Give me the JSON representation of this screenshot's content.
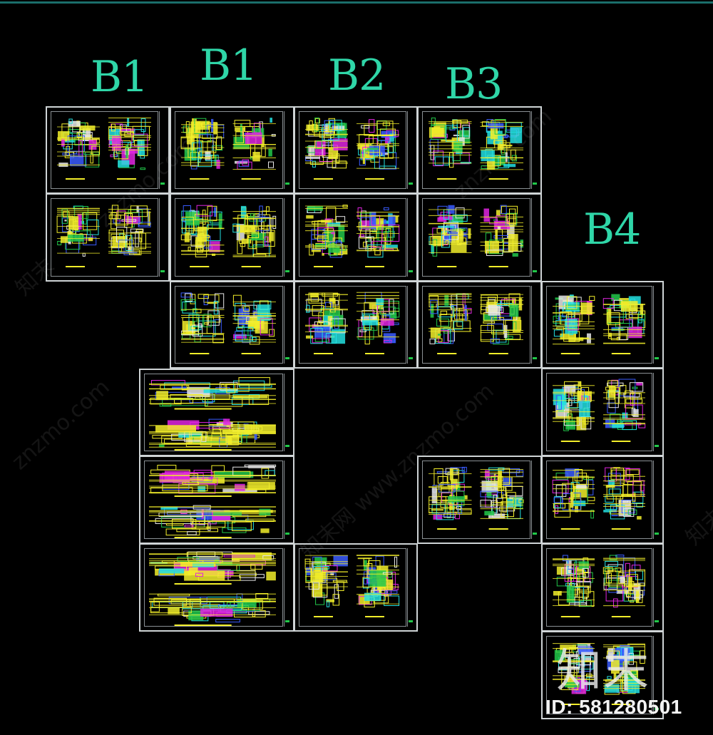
{
  "labels": {
    "b1_a": "B1",
    "b1_b": "B1",
    "b2": "B2",
    "b3": "B3",
    "b4": "B4"
  },
  "watermarks": {
    "text_a": "知末网 www.znzmo.com",
    "text_b": "znzmo.com",
    "text_c": "知末"
  },
  "brand": {
    "logo_text": "知末",
    "id_text": "ID: 581280501"
  },
  "colors": {
    "background": "#000000",
    "label": "#2fd6a8",
    "frame": "#cfd4d6",
    "line_yellow": "#f2ee2a",
    "line_magenta": "#e025e0",
    "line_cyan": "#23e0e0",
    "line_blue": "#3a5cff",
    "line_green": "#22c84a",
    "line_white": "#e8e8e8"
  }
}
